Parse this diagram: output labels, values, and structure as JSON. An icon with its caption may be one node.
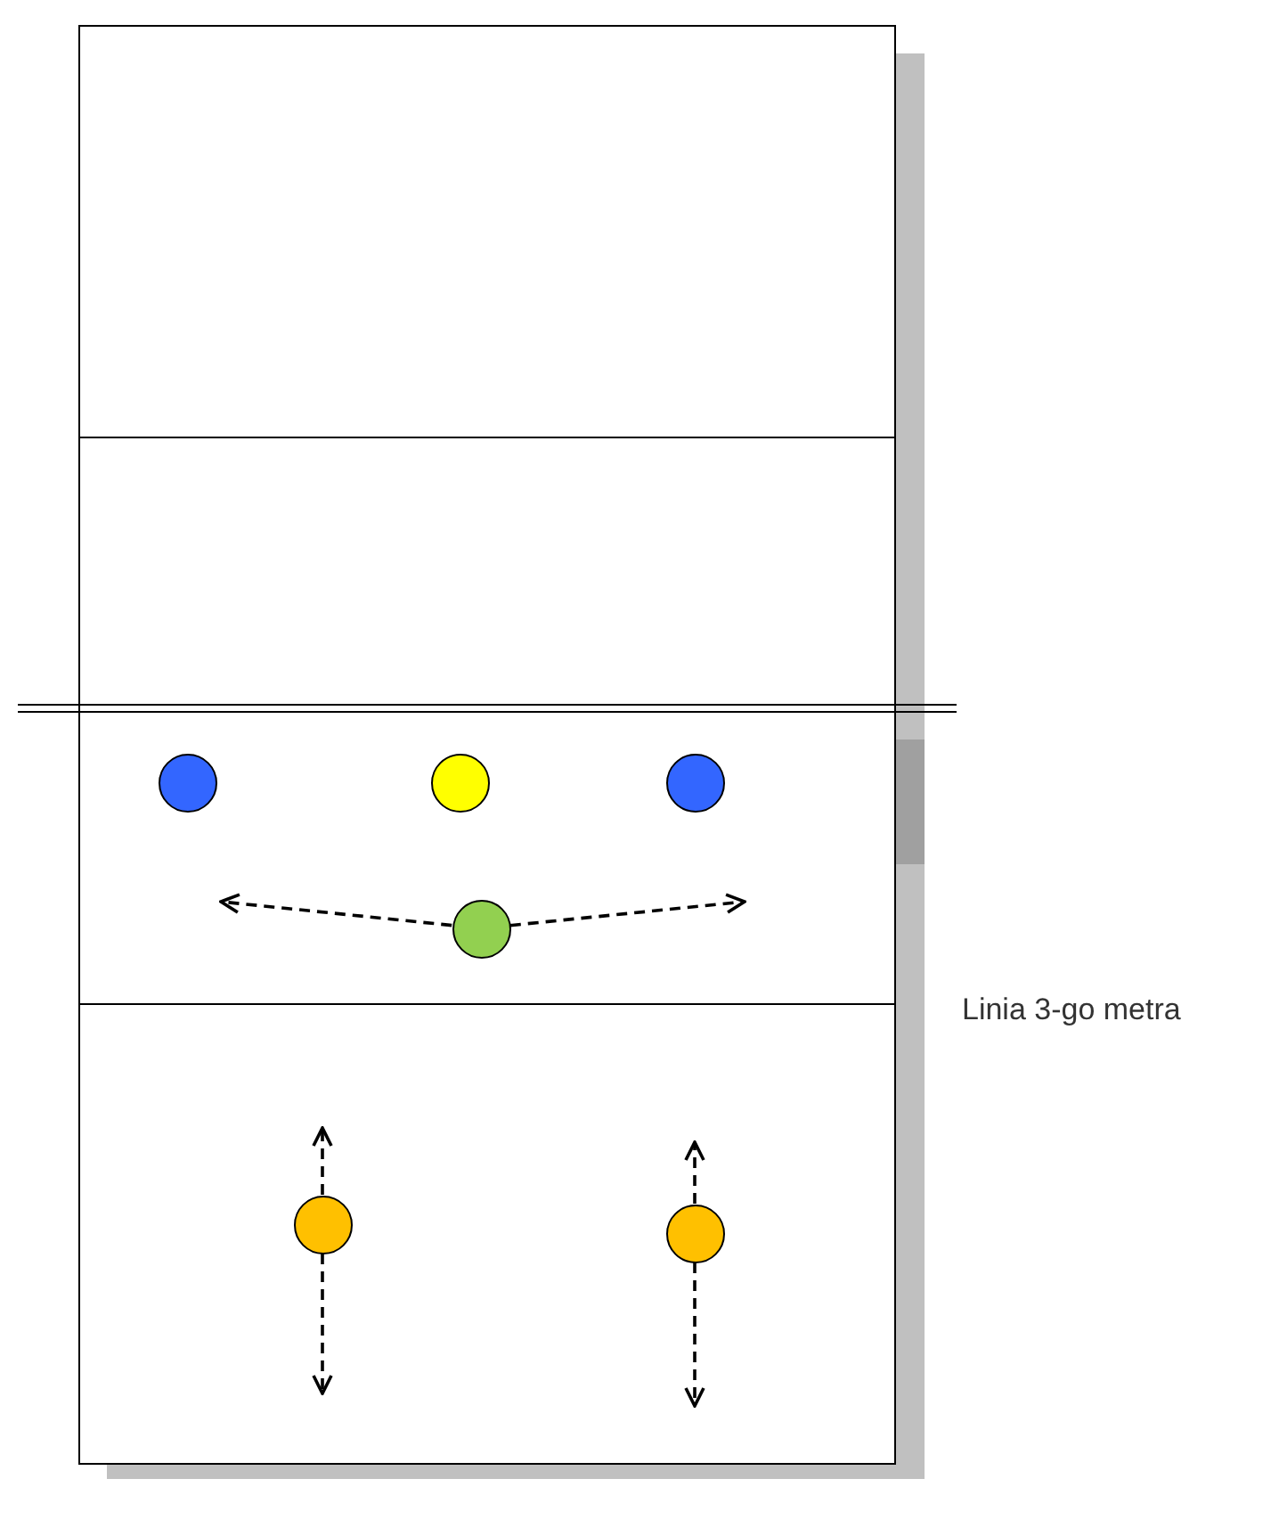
{
  "diagram": {
    "nodes": [
      {
        "text": [],
        "shape": "circle"
      },
      {
        "text": [],
        "shape": "circle"
      },
      {
        "text": [],
        "shape": "circle"
      },
      {
        "text": [],
        "shape": "circle"
      },
      {
        "text": [],
        "shape": "circle"
      },
      {
        "text": [],
        "shape": "circle"
      }
    ],
    "edges": [
      {
        "from": 3,
        "to": null,
        "arrow": "to",
        "style": "dashed"
      },
      {
        "from": 3,
        "to": null,
        "arrow": "to",
        "style": "dashed"
      },
      {
        "from": 4,
        "to": null,
        "arrow": "to",
        "style": "dashed"
      },
      {
        "from": 4,
        "to": null,
        "arrow": "to",
        "style": "dashed"
      },
      {
        "from": 5,
        "to": null,
        "arrow": "to",
        "style": "dashed"
      },
      {
        "from": 5,
        "to": null,
        "arrow": "to",
        "style": "dashed"
      }
    ],
    "labels": [
      "Linia 3-go metra"
    ]
  }
}
